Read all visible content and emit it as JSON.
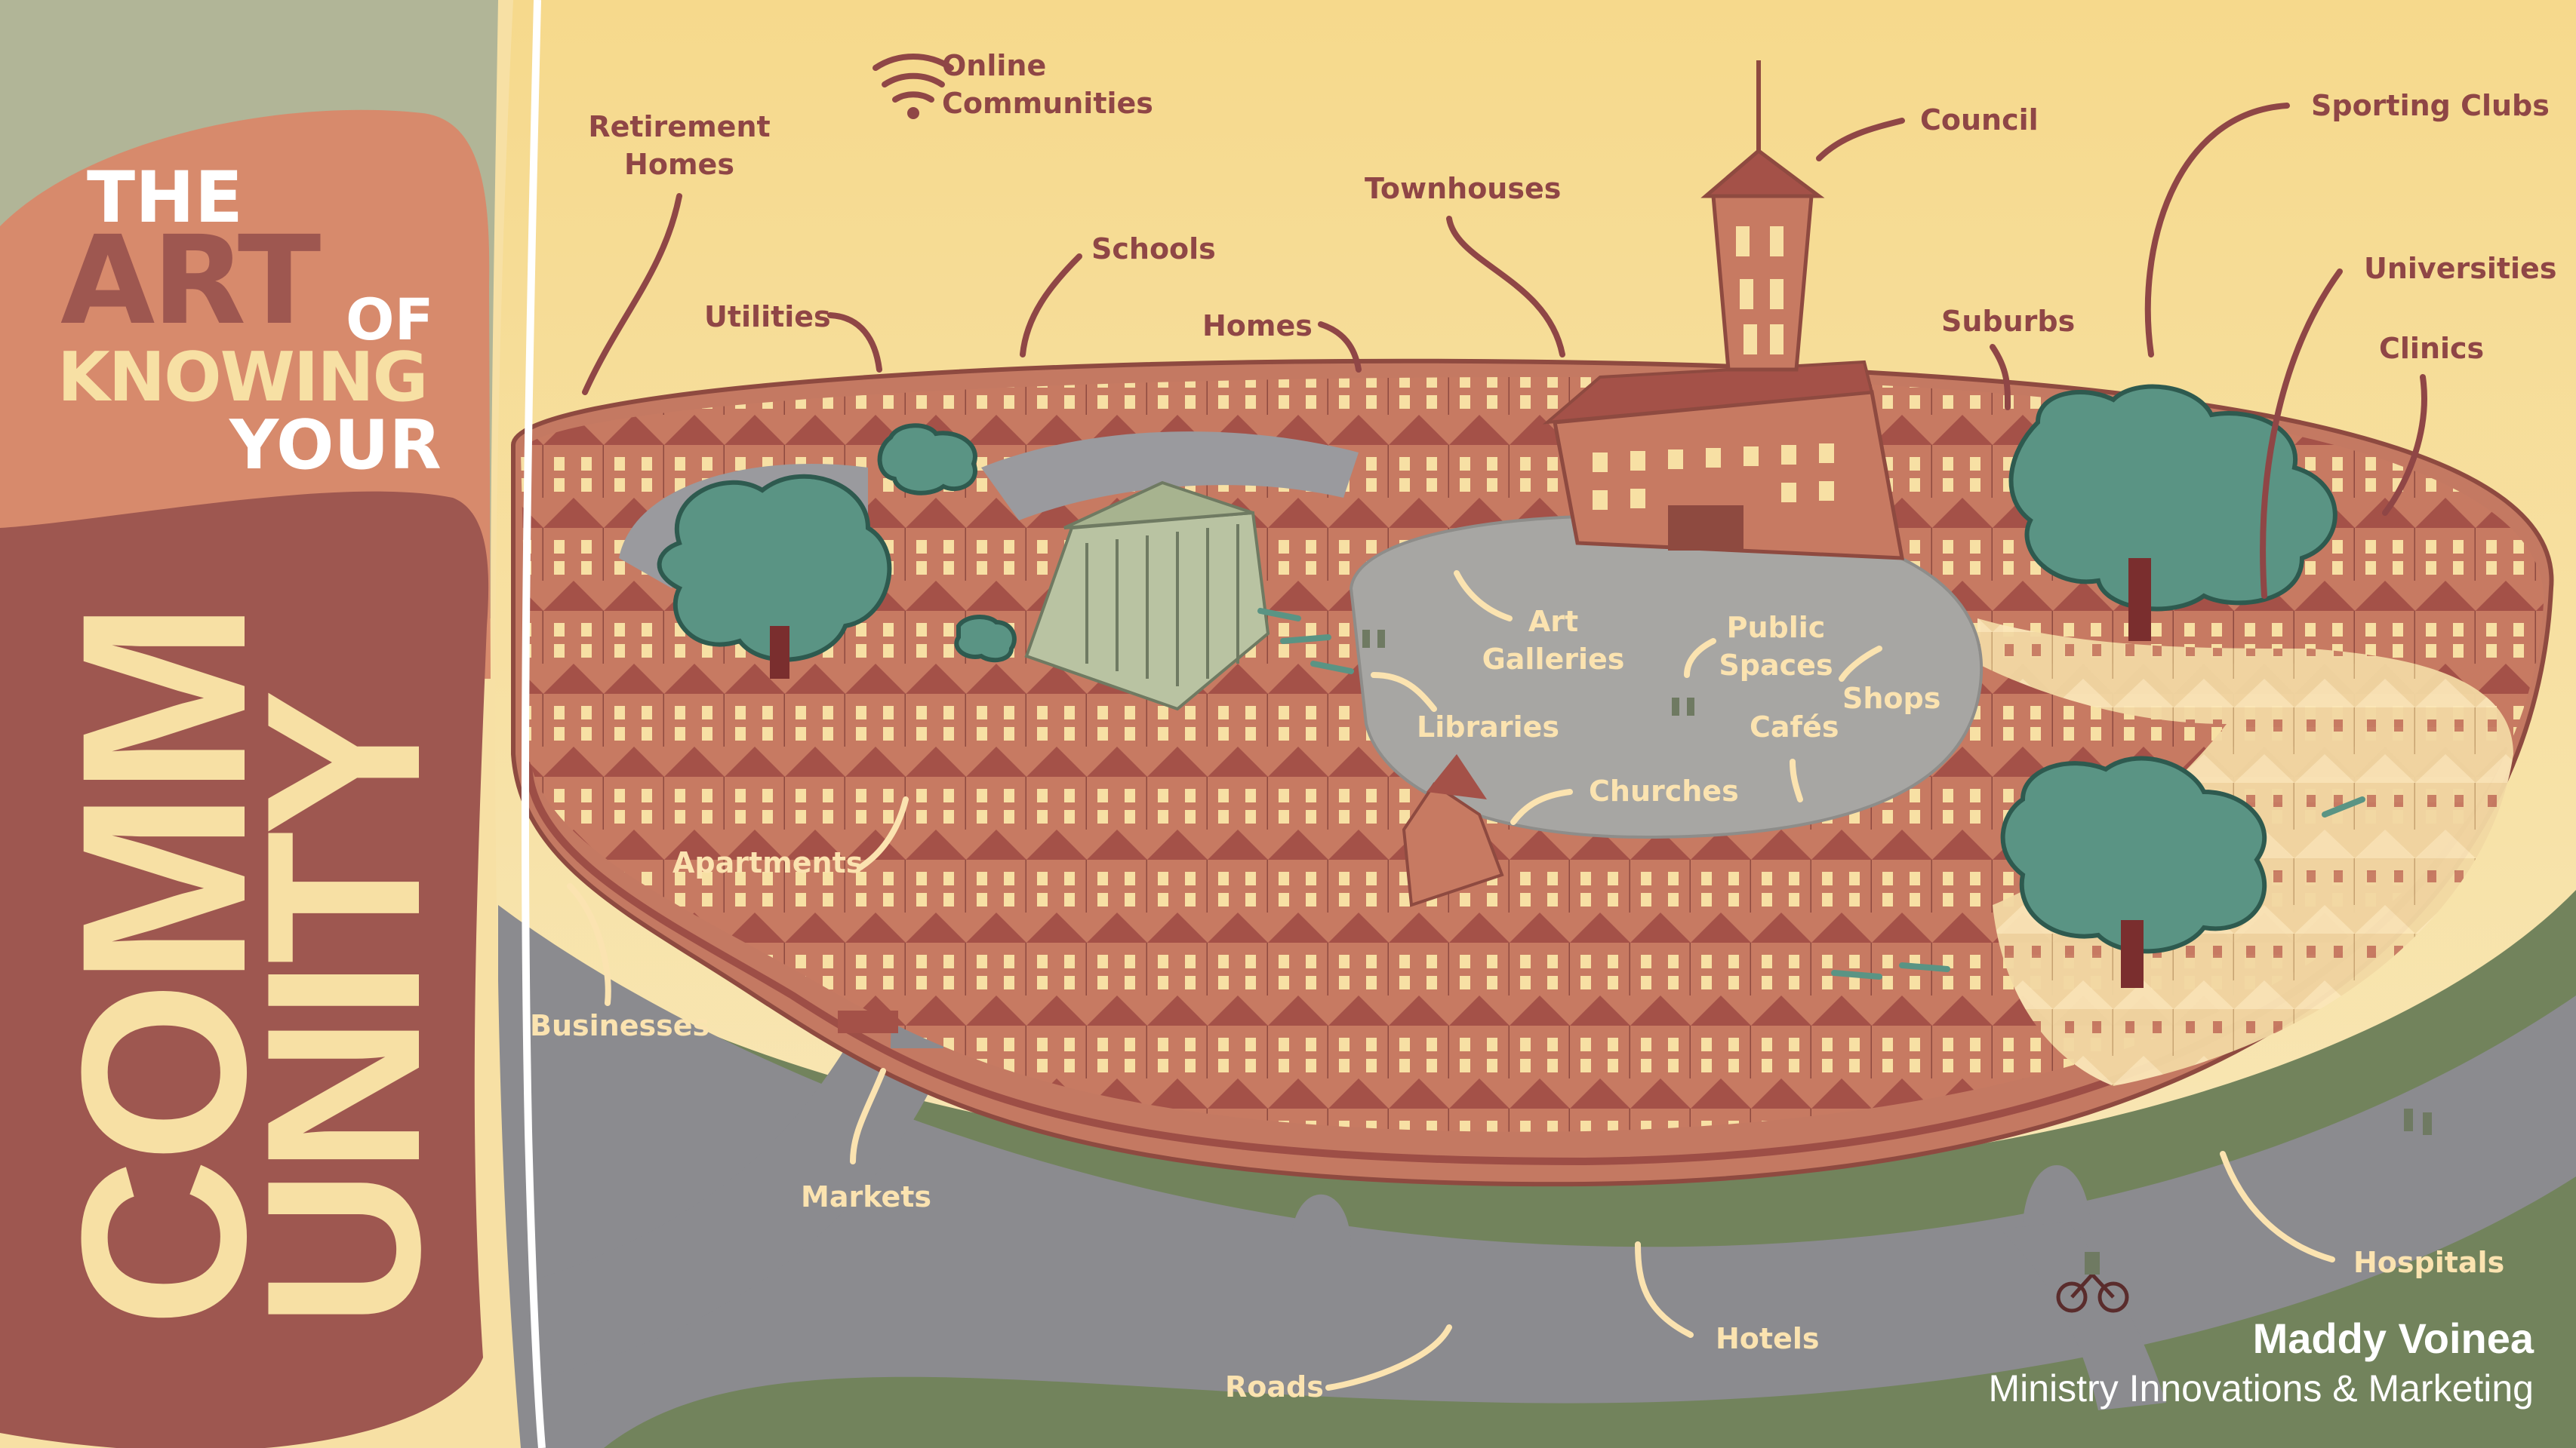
{
  "title": {
    "line1": "THE",
    "line2_art": "ART",
    "line2_of": "OF",
    "line3": "KNOWING",
    "line4": "YOUR",
    "word_part1": "COMM",
    "word_part2": "UNITY"
  },
  "labels": {
    "online_communities": [
      "Online",
      "Communities"
    ],
    "retirement_homes": [
      "Retirement",
      "Homes"
    ],
    "utilities": "Utilities",
    "schools": "Schools",
    "townhouses": "Townhouses",
    "homes": "Homes",
    "council": "Council",
    "sporting_clubs": "Sporting Clubs",
    "suburbs": "Suburbs",
    "universities": "Universities",
    "clinics": "Clinics",
    "art_galleries": [
      "Art",
      "Galleries"
    ],
    "public_spaces": [
      "Public",
      "Spaces"
    ],
    "libraries": "Libraries",
    "shops": "Shops",
    "cafes": "Cafés",
    "churches": "Churches",
    "apartments": "Apartments",
    "businesses": "Businesses",
    "markets": "Markets",
    "roads": "Roads",
    "hotels": "Hotels",
    "hospitals": "Hospitals"
  },
  "credit": {
    "name": "Maddy Voinea",
    "role": "Ministry Innovations & Marketing"
  },
  "colors": {
    "sky_top": "#f6d98c",
    "sky_bottom": "#f8e9bd",
    "sage": "#b1b597",
    "coral": "#d78a6c",
    "mauve": "#9e5750",
    "cream": "#f7e0a4",
    "brick": "#c77a62",
    "roof": "#a45148",
    "grass": "#72835c",
    "road": "#8b8b8f",
    "plaza": "#a7a6a3",
    "tree": "#5a9484",
    "label_dark": "#8f4646",
    "label_light": "#fbe3b0"
  }
}
